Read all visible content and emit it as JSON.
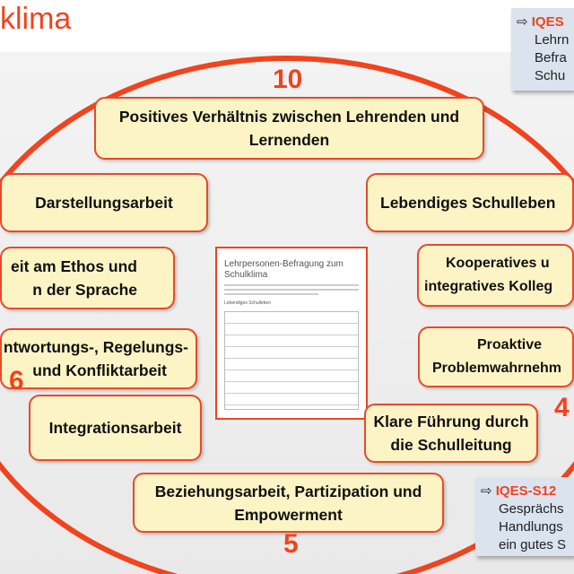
{
  "title": "klima",
  "numbers": {
    "top": "10",
    "left": "6",
    "right": "4",
    "bottom": "5"
  },
  "boxes": {
    "b1": "Positives Verhältnis zwischen Lehrenden und Lernenden",
    "b2": "Darstellungsarbeit",
    "b3": "Lebendiges Schulleben",
    "b4l1": "eit am Ethos und",
    "b4l2": "n der Sprache",
    "b5l1": "Kooperatives u",
    "b5l2": "integratives Kolleg",
    "b6l1": "ntwortungs-, Regelungs-",
    "b6l2": "und Konfliktarbeit",
    "b7l1": "Proaktive",
    "b7l2": "Problemwahrnehm",
    "b8": "Integrationsarbeit",
    "b9l1": "Klare Führung durch",
    "b9l2": "die Schulleitung",
    "b10l1": "Beziehungsarbeit, Partizipation und",
    "b10l2": "Empowerment"
  },
  "callout_top": {
    "heading": "IQES",
    "l1": "Lehrn",
    "l2": "Befra",
    "l3": "Schu"
  },
  "callout_bottom": {
    "heading": "IQES-S12",
    "l1": "Gesprächs",
    "l2": "Handlungs",
    "l3": "ein gutes S"
  },
  "doc": {
    "title": "Lehrpersonen-Befragung zum Schulklima",
    "section": "Lebendiges Schulleben"
  }
}
